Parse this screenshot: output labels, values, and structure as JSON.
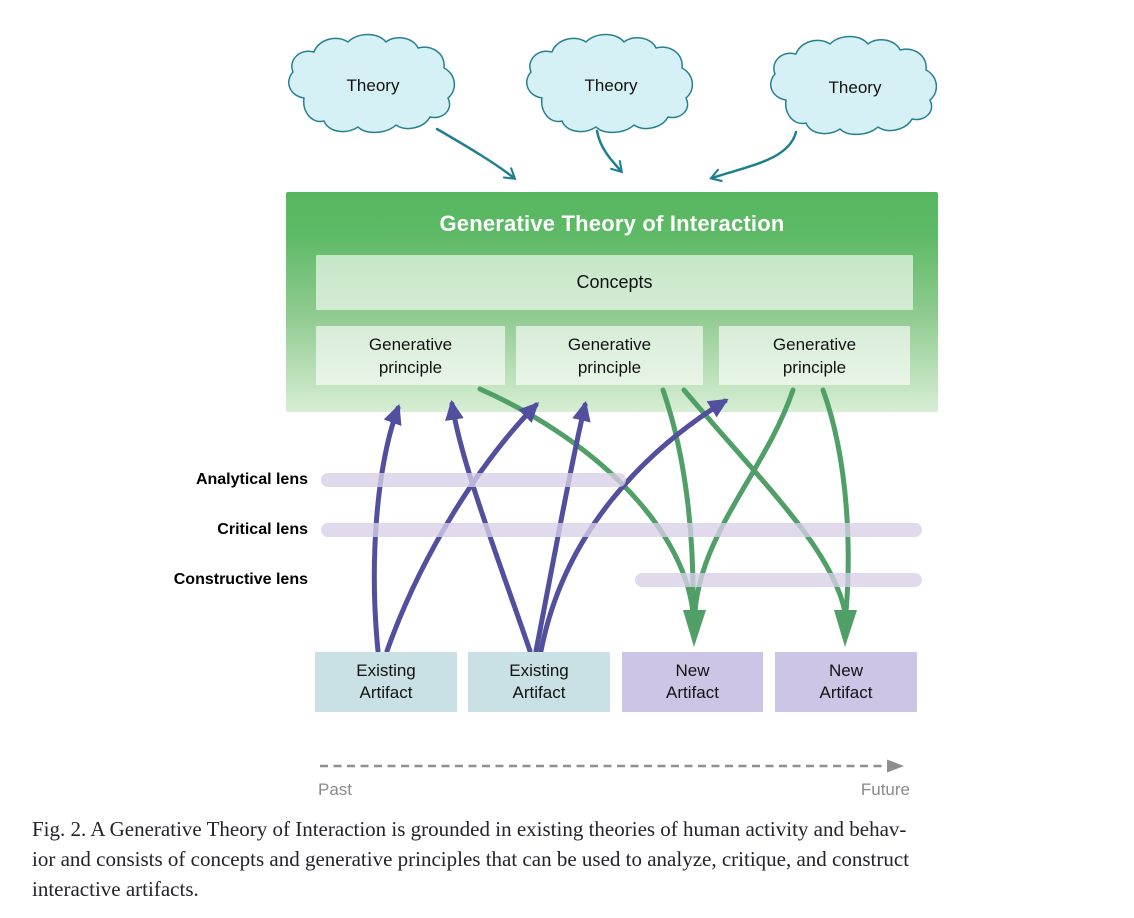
{
  "figure": {
    "clouds": [
      {
        "label": "Theory"
      },
      {
        "label": "Theory"
      },
      {
        "label": "Theory"
      }
    ],
    "theory_box": {
      "title": "Generative Theory of Interaction",
      "concepts": "Concepts",
      "principles": [
        {
          "line1": "Generative",
          "line2": "principle"
        },
        {
          "line1": "Generative",
          "line2": "principle"
        },
        {
          "line1": "Generative",
          "line2": "principle"
        }
      ]
    },
    "lenses": [
      {
        "label": "Analytical lens"
      },
      {
        "label": "Critical lens"
      },
      {
        "label": "Constructive lens"
      }
    ],
    "artifacts": [
      {
        "line1": "Existing",
        "line2": "Artifact",
        "kind": "existing"
      },
      {
        "line1": "Existing",
        "line2": "Artifact",
        "kind": "existing"
      },
      {
        "line1": "New",
        "line2": "Artifact",
        "kind": "new"
      },
      {
        "line1": "New",
        "line2": "Artifact",
        "kind": "new"
      }
    ],
    "timeline": {
      "past": "Past",
      "future": "Future"
    }
  },
  "caption": {
    "label": "Fig. 2.",
    "lines": [
      "Fig. 2. A Generative Theory of Interaction is grounded in existing theories of human activity and behav-",
      "ior and consists of concepts and generative principles that can be used to analyze, critique, and construct",
      "interactive artifacts."
    ]
  },
  "colors": {
    "cloud_fill": "#d6f1f5",
    "cloud_stroke": "#27808f",
    "theory_arrow": "#1f7f91",
    "container_green_top": "#56b65f",
    "container_green_bottom": "#d7eed4",
    "inner_panel": "rgba(255,255,255,0.62)",
    "analyze_arrow_purple": "#514f9e",
    "construct_arrow_green": "#4f9f66",
    "lens_bar": "#d8d0e8",
    "existing_artifact_fill": "#c9e1e4",
    "new_artifact_fill": "#ccc5e5",
    "timeline_gray": "#8f8f8f"
  }
}
